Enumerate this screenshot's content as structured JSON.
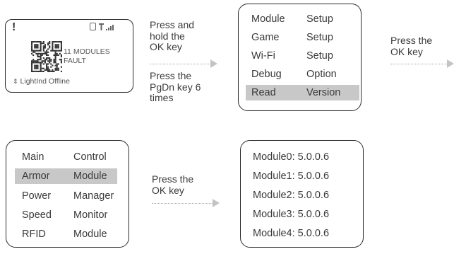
{
  "device": {
    "alert_mark": "!",
    "status_lines": [
      "11 MODULES",
      "FAULT"
    ],
    "offline_text": "LightInd Offline"
  },
  "step1": {
    "instructions": [
      "Press and",
      "hold the",
      "OK key"
    ],
    "instructions2": [
      "Press the",
      "PgDn key 6",
      "times"
    ]
  },
  "menu1": {
    "rows": [
      {
        "left": "Module",
        "right": "Setup"
      },
      {
        "left": "Game",
        "right": "Setup"
      },
      {
        "left": "Wi-Fi",
        "right": "Setup"
      },
      {
        "left": "Debug",
        "right": "Option"
      },
      {
        "left": "Read",
        "right": "Version"
      }
    ],
    "selected": 4
  },
  "step2": {
    "instructions": [
      "Press the",
      "OK key"
    ]
  },
  "menu2": {
    "rows": [
      {
        "left": "Main",
        "right": "Control"
      },
      {
        "left": "Armor",
        "right": "Module"
      },
      {
        "left": "Power",
        "right": "Manager"
      },
      {
        "left": "Speed",
        "right": "Monitor"
      },
      {
        "left": "RFID",
        "right": "Module"
      }
    ],
    "selected": 1
  },
  "step3": {
    "instructions": [
      "Press the",
      "OK key"
    ]
  },
  "versions": [
    "Module0: 5.0.0.6",
    "Module1: 5.0.0.6",
    "Module2: 5.0.0.6",
    "Module3: 5.0.0.6",
    "Module4: 5.0.0.6"
  ],
  "colors": {
    "highlight": "#c8c8c8",
    "arrow": "#c4c4c4",
    "border": "#2b2b2b"
  },
  "icons": [
    "sim-card-icon",
    "signal-strength-icon",
    "qr-code-icon",
    "up-down-arrow-icon",
    "flow-arrow-icon"
  ]
}
